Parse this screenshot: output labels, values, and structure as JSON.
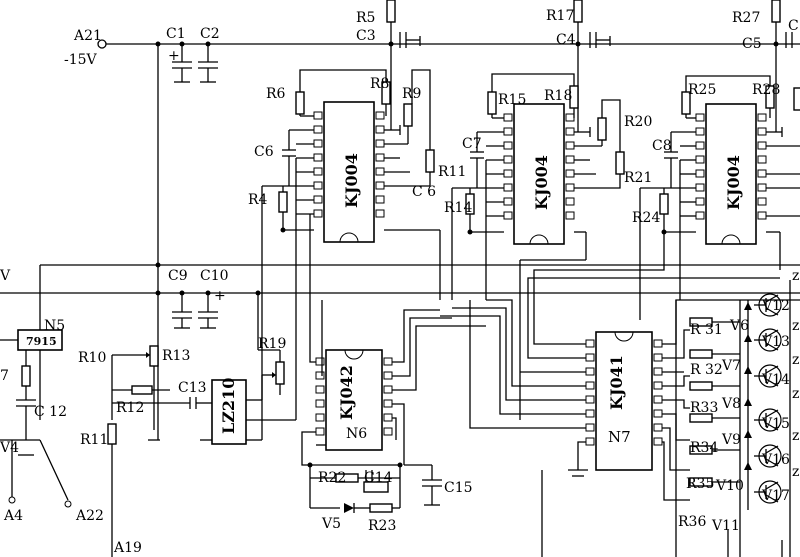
{
  "terminals": {
    "a21": "A21",
    "supply": "-15V",
    "a4": "A4",
    "a22": "A22",
    "a19": "A19"
  },
  "chips": {
    "kj004_1": "KJ004",
    "kj004_2": "KJ004",
    "kj004_3": "KJ004",
    "kj042": "KJ042",
    "n6": "N6",
    "kj041": "KJ041",
    "n7": "N7",
    "lz210": "LZ210",
    "reg7915": "7915",
    "n5": "N5"
  },
  "capacitors": {
    "c1": "C1",
    "c2": "C2",
    "c3": "C3",
    "c4": "C4",
    "c5": "C5",
    "c6": "C6",
    "c6b": "C 6",
    "c7": "C7",
    "c8": "C8",
    "c9": "C9",
    "c10": "C10",
    "c12": "C 12",
    "c13": "C13",
    "c14": "C14",
    "c15": "C15"
  },
  "resistors": {
    "r4": "R4",
    "r5": "R5",
    "r6": "R6",
    "r8": "R8",
    "r9": "R9",
    "r10": "R10",
    "r11a": "R11",
    "r11b": "R11",
    "r12": "R12",
    "r13": "R13",
    "r14": "R14",
    "r15": "R15",
    "r17": "R17",
    "r18": "R18",
    "r19": "R19",
    "r20": "R20",
    "r21": "R21",
    "r22": "R22",
    "r23": "R23",
    "r24": "R24",
    "r25": "R25",
    "r27": "R27",
    "r28": "R28",
    "r31": "R 31",
    "r32": "R 32",
    "r33": "R33",
    "r34": "R34",
    "r35": "R35",
    "r36": "R36",
    "r7": "7"
  },
  "devices": {
    "v4": "V4",
    "v5": "V5",
    "v6": "V6",
    "v7": "V7",
    "v8": "V8",
    "v9": "V9",
    "v10": "V10",
    "v11": "V11",
    "v12": "V12",
    "v13": "V13",
    "v14": "V14",
    "v15": "V15",
    "v16": "V16",
    "v17": "V17"
  },
  "edge_labels": {
    "v_left": "V",
    "c_right": "C",
    "z1": "z",
    "z2": "z",
    "z3": "z",
    "z4": "z",
    "z5": "z",
    "z6": "z"
  }
}
